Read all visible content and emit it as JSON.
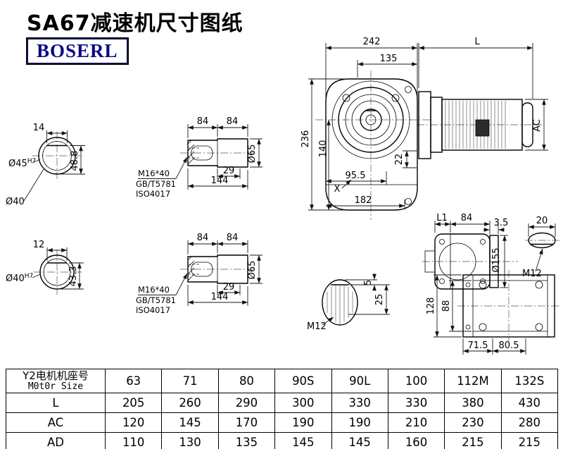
{
  "page": {
    "title": "SA67减速机尺寸图纸",
    "logo": "BOSERL"
  },
  "shaft_end_1": {
    "key_width": "14",
    "height": "48.8",
    "dia": "Ø45",
    "tol": "H7",
    "dia2": "Ø40"
  },
  "shaft_end_2": {
    "key_width": "12",
    "height": "43.3",
    "dia": "Ø40",
    "tol": "H7"
  },
  "shaft_side_1": {
    "len1": "84",
    "len2": "84",
    "key_len": "29",
    "total_len": "144",
    "dia": "Ø65",
    "thread": "M16*40",
    "std1": "GB/T5781",
    "std2": "ISO4017"
  },
  "shaft_side_2": {
    "len1": "84",
    "len2": "84",
    "key_len": "29",
    "total_len": "144",
    "dia": "Ø65",
    "thread": "M16*40",
    "std1": "GB/T5781",
    "std2": "ISO4017"
  },
  "front_view": {
    "width_242": "242",
    "motor_len": "L",
    "width_135": "135",
    "height_236": "236",
    "height_140": "140",
    "dim_22": "22",
    "width_95": "95.5",
    "width_182": "182",
    "x_label": "X",
    "motor_dia": "AC"
  },
  "side_view": {
    "l1": "L1",
    "dim_84": "84",
    "dim_35": "3.5",
    "dim_20": "20",
    "flange_dia": "Ø155",
    "thread": "M12"
  },
  "key_section": {
    "dim_5": "5",
    "dim_25": "25",
    "thread": "M12"
  },
  "top_view": {
    "height_128": "128",
    "height_88": "88",
    "width_715": "71.5",
    "width_805": "80.5"
  },
  "table": {
    "header": {
      "cn": "Y2电机机座号",
      "en": "M0t0r Size"
    },
    "sizes": [
      "63",
      "71",
      "80",
      "90S",
      "90L",
      "100",
      "112M",
      "132S"
    ],
    "rows": [
      {
        "label": "L",
        "values": [
          "205",
          "260",
          "290",
          "300",
          "330",
          "330",
          "380",
          "430"
        ]
      },
      {
        "label": "AC",
        "values": [
          "120",
          "145",
          "170",
          "190",
          "190",
          "210",
          "230",
          "280"
        ]
      },
      {
        "label": "AD",
        "values": [
          "110",
          "130",
          "135",
          "145",
          "145",
          "160",
          "215",
          "215"
        ]
      }
    ]
  }
}
